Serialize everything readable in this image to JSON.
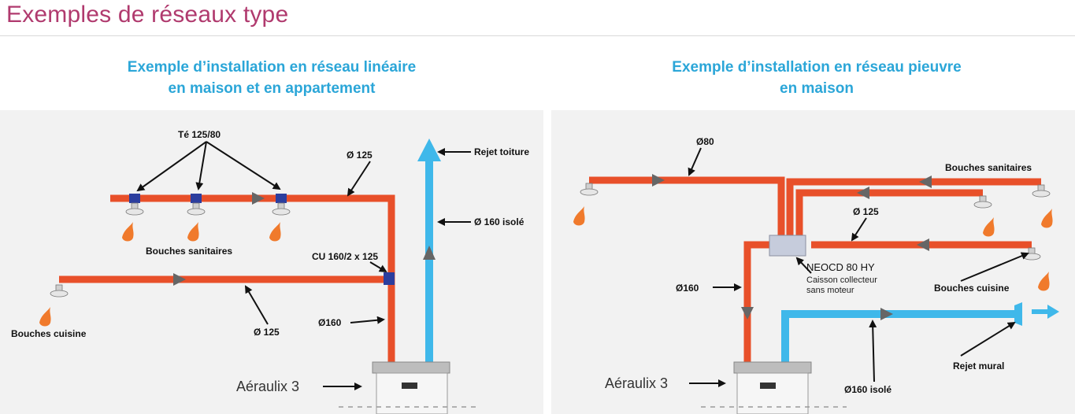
{
  "page": {
    "title": "Exemples de réseaux type"
  },
  "left": {
    "title_line1": "Exemple d’installation en réseau linéaire",
    "title_line2": "en maison et en appartement",
    "labels": {
      "te": "Té 125/80",
      "d125_top": "Ø 125",
      "rejet_toiture": "Rejet toiture",
      "d160_isole": "Ø 160 isolé",
      "bouches_sanitaires": "Bouches sanitaires",
      "cu": "CU 160/2 x 125",
      "d160": "Ø160",
      "d125_bottom": "Ø 125",
      "bouches_cuisine": "Bouches  cuisine",
      "unit": "Aéraulix 3"
    }
  },
  "right": {
    "title_line1": "Exemple d’installation en réseau pieuvre",
    "title_line2": "en maison",
    "labels": {
      "d80": "Ø80",
      "bouches_sanitaires": "Bouches sanitaires",
      "d125": "Ø 125",
      "neocd": "NEOCD 80 HY",
      "caisson1": "Caisson collecteur",
      "caisson2": "sans moteur",
      "d160": "Ø160",
      "bouches_cuisine": "Bouches cuisine",
      "rejet_mural": "Rejet mural",
      "d160_isole": "Ø160 isolé",
      "unit": "Aéraulix 3"
    }
  },
  "colors": {
    "title": "#b03a6e",
    "subtitle": "#2ba6d8",
    "duct_hot": "#e8502a",
    "duct_cold": "#3fb8ea",
    "fitting": "#2c3e9e",
    "arrow": "#666666",
    "flame": "#f07a2c"
  }
}
